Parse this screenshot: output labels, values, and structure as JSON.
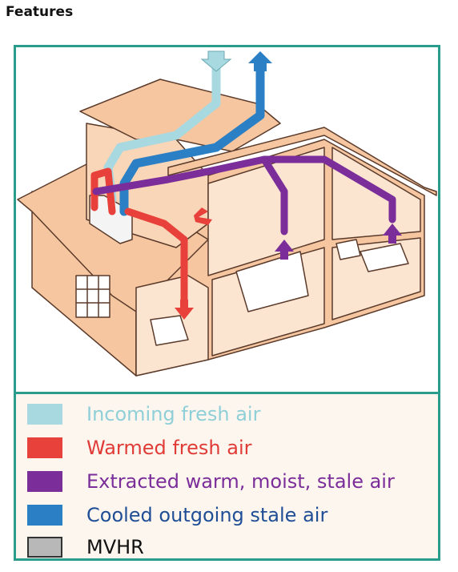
{
  "page": {
    "heading": "Features"
  },
  "legend": [
    {
      "label": "Incoming fresh air",
      "swatch_color": "#a8d8e0",
      "text_color": "#8fcfd8"
    },
    {
      "label": "Warmed fresh air",
      "swatch_color": "#e8403a",
      "text_color": "#e03b36"
    },
    {
      "label": "Extracted warm, moist, stale air",
      "swatch_color": "#7b2d9a",
      "text_color": "#7b2d9a"
    },
    {
      "label": "Cooled outgoing stale air",
      "swatch_color": "#2b7fc4",
      "text_color": "#1f4e96"
    },
    {
      "label": "MVHR",
      "swatch_color": "#b8b8b8",
      "text_color": "#111111"
    }
  ],
  "colors": {
    "frame": "#2a9c8c",
    "house_wall": "#f5c6a0",
    "house_outline": "#5a3a2a",
    "incoming": "#a8d8e0",
    "warmed": "#e8403a",
    "extracted": "#7b2d9a",
    "cooled": "#2b7fc4",
    "mvhr": "#f4f4f4"
  }
}
